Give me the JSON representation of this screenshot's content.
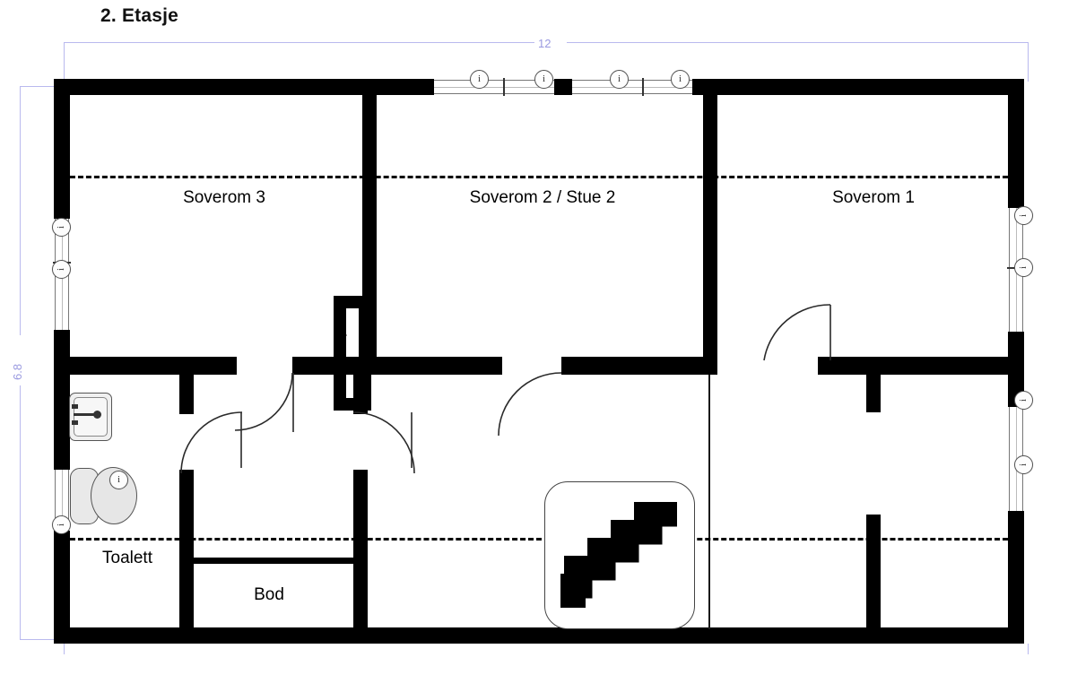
{
  "page": {
    "title": "2. Etasje"
  },
  "dimensions": {
    "width_label": "12",
    "height_label": "6.8",
    "unit_note": ""
  },
  "rooms": [
    {
      "id": "soverom-3",
      "label": "Soverom 3"
    },
    {
      "id": "soverom-2-stue-2",
      "label": "Soverom 2 / Stue 2"
    },
    {
      "id": "soverom-1",
      "label": "Soverom 1"
    },
    {
      "id": "toalett",
      "label": "Toalett"
    },
    {
      "id": "bod",
      "label": "Bod"
    }
  ],
  "symbols": {
    "stairs": "stairs-icon",
    "sink": "sink-icon",
    "toilet": "toilet-icon",
    "window_marker": "i",
    "shaft_arrow": "arrow-icon"
  },
  "colors": {
    "wall": "#000000",
    "dimension": "#b9b9ee",
    "dimension_text": "#9a9ae0",
    "background": "#ffffff",
    "fixture_fill": "#e9e9e9"
  },
  "windows": {
    "top_count": 4,
    "left_count": 2,
    "right_count": 4
  }
}
